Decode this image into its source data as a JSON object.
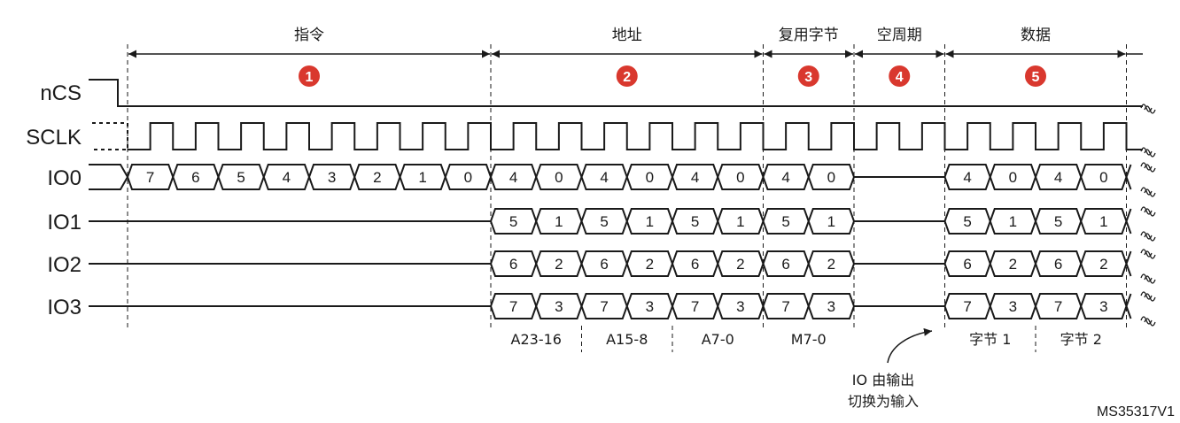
{
  "phases": [
    {
      "label": "指令",
      "number": "1"
    },
    {
      "label": "地址",
      "number": "2"
    },
    {
      "label": "复用字节",
      "number": "3"
    },
    {
      "label": "空周期",
      "number": "4"
    },
    {
      "label": "数据",
      "number": "5"
    }
  ],
  "signals": [
    "nCS",
    "SCLK",
    "IO0",
    "IO1",
    "IO2",
    "IO3"
  ],
  "io0_instruction_bits": [
    "7",
    "6",
    "5",
    "4",
    "3",
    "2",
    "1",
    "0"
  ],
  "bus_bits": {
    "IO0": [
      "4",
      "0"
    ],
    "IO1": [
      "5",
      "1"
    ],
    "IO2": [
      "6",
      "2"
    ],
    "IO3": [
      "7",
      "3"
    ]
  },
  "address_groups": [
    "A23-16",
    "A15-8",
    "A7-0"
  ],
  "alternate_group": "M7-0",
  "data_groups": [
    "字节 1",
    "字节 2"
  ],
  "annotation": {
    "line1": "IO 由输出",
    "line2": "切换为输入"
  },
  "figure_id": "MS35317V1",
  "colors": {
    "badge": "#d9382e",
    "line": "#1a1a1a"
  }
}
